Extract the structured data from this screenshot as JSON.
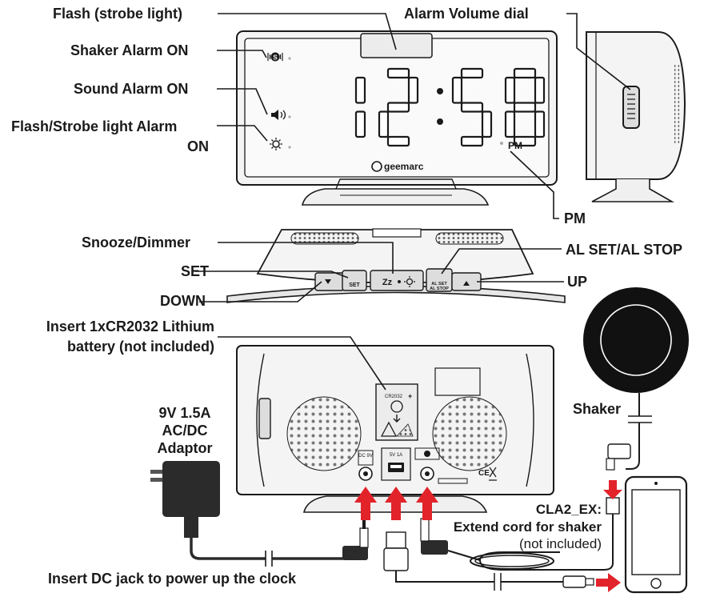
{
  "labels": {
    "flash": "Flash (strobe light)",
    "alarm_volume_dial": "Alarm  Volume  dial",
    "shaker_alarm_on": "Shaker Alarm ON",
    "sound_alarm_on": "Sound Alarm ON",
    "flash_alarm_line1": "Flash/Strobe light Alarm",
    "flash_alarm_line2": "ON",
    "pm": "PM",
    "snooze_dimmer": "Snooze/Dimmer",
    "al_set_al_stop": "AL SET/AL STOP",
    "set": "SET",
    "up": "UP",
    "down": "DOWN",
    "battery_line1": "Insert  1xCR2032  Lithium",
    "battery_line2": "battery  (not  included)",
    "adaptor_line1": "9V 1.5A",
    "adaptor_line2": "AC/DC",
    "adaptor_line3": "Adaptor",
    "shaker": "Shaker",
    "cla2_title": "CLA2_EX:",
    "cla2_line2": "Extend cord for shaker",
    "cla2_line3": "(not included)",
    "dc_jack": "Insert  DC  jack  to  power  up  the  clock"
  },
  "display": {
    "time": "12:58",
    "pm_indicator": "PM",
    "brand": "geemarc"
  },
  "buttons": {
    "set_key": "SET",
    "snooze_key": "Zz",
    "alarm_key_line1": "AL SET",
    "alarm_key_line2": "AL STOP"
  },
  "battery": {
    "label": "CR2032",
    "polarity": "+"
  },
  "ports": {
    "dc_label": "DC 9V",
    "usb_label": "5V 1A"
  },
  "icons": [
    "strobe-light-icon",
    "shaker-icon",
    "sound-icon",
    "flash-icon",
    "phone-icon",
    "usb-plug-icon",
    "adaptor-icon"
  ],
  "colors": {
    "ink": "#1a1a1a",
    "arrow_red": "#e2232a",
    "shaker_black": "#111111",
    "device_fill": "#f4f4f4",
    "lcd_fill": "#fafafa"
  }
}
